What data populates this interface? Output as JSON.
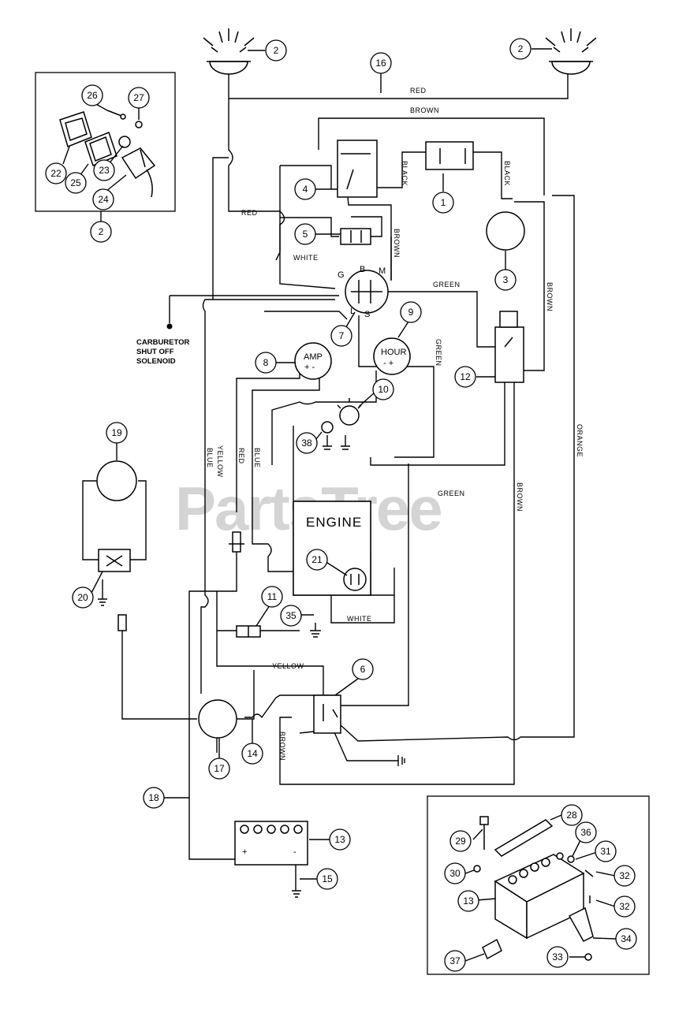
{
  "watermark": "PartsTree",
  "wire_labels": {
    "red_top": "RED",
    "brown_top": "BROWN",
    "black_left": "BLACK",
    "black_right": "BLACK",
    "red_left": "RED",
    "brown_switch": "BROWN",
    "white_left": "WHITE",
    "green_top": "GREEN",
    "brown_right": "BROWN",
    "green_mid": "GREEN",
    "orange": "ORANGE",
    "blue_1": "BLUE",
    "yellow_1": "YELLOW",
    "red_mid": "RED",
    "blue_2": "BLUE",
    "green_engine": "GREEN",
    "brown_low": "BROWN",
    "white_engine": "WHITE",
    "yellow_low": "YELLOW",
    "brown_bottom": "BROWN"
  },
  "notes": {
    "carburetor_1": "CARBURETOR",
    "carburetor_2": "SHUT OFF",
    "carburetor_3": "SOLENOID",
    "engine": "ENGINE",
    "amp": "AMP",
    "amp_terms": "+ -",
    "hour": "HOUR",
    "hour_terms": "- +",
    "switch_g": "G",
    "switch_b": "B",
    "switch_m": "M",
    "switch_l": "L",
    "switch_s": "S",
    "batt_plus": "+",
    "batt_minus": "-"
  },
  "callouts": {
    "c1": "1",
    "c2a": "2",
    "c2b": "2",
    "c2c": "2",
    "c3": "3",
    "c4": "4",
    "c5": "5",
    "c6": "6",
    "c7": "7",
    "c8": "8",
    "c9": "9",
    "c10": "10",
    "c11": "11",
    "c12": "12",
    "c13a": "13",
    "c13b": "13",
    "c14": "14",
    "c15": "15",
    "c16": "16",
    "c17": "17",
    "c18": "18",
    "c19": "19",
    "c20": "20",
    "c21": "21",
    "c22": "22",
    "c23": "23",
    "c24": "24",
    "c25": "25",
    "c26": "26",
    "c27": "27",
    "c28": "28",
    "c29": "29",
    "c30": "30",
    "c31": "31",
    "c32a": "32",
    "c32b": "32",
    "c33": "33",
    "c34": "34",
    "c35": "35",
    "c36": "36",
    "c37": "37",
    "c38": "38"
  }
}
